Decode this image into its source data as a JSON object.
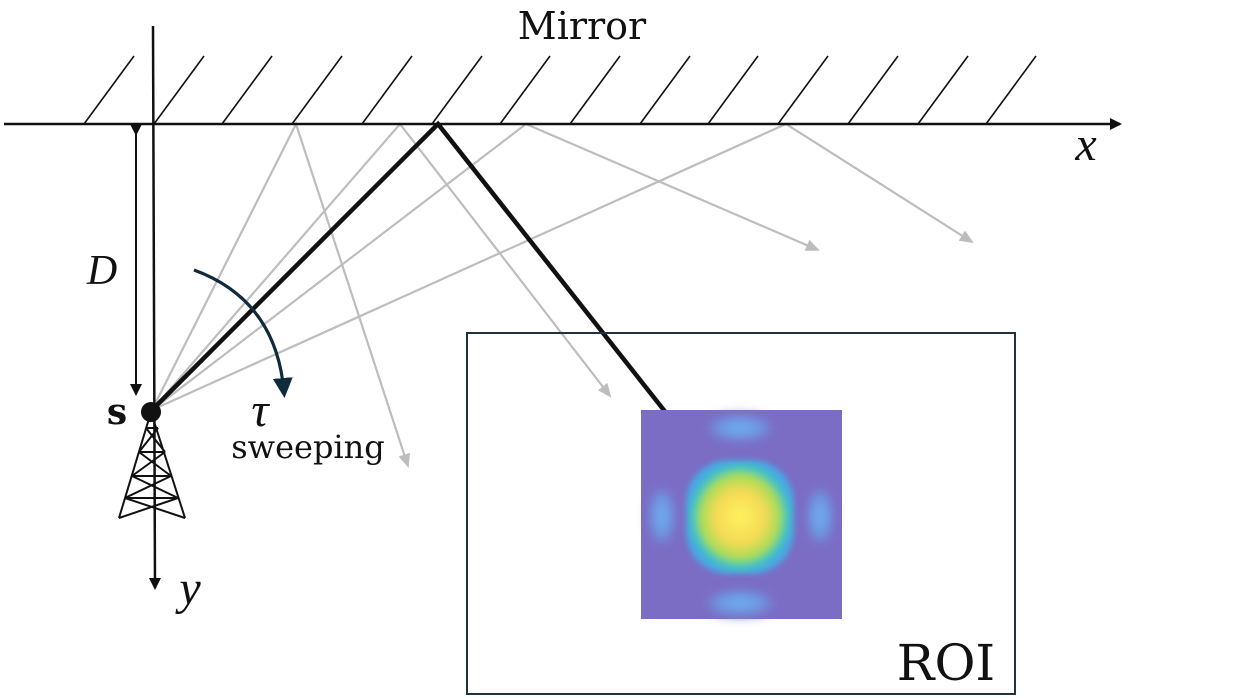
{
  "labels": {
    "mirror": "Mirror",
    "x_axis": "x",
    "y_axis": "y",
    "distance": "D",
    "source": "s",
    "tau": "τ",
    "sweeping": "sweeping",
    "roi": "ROI"
  },
  "colors": {
    "ink": "#111111",
    "faint_ray": "#bdbdbd",
    "sweep_arrow": "#0f2b3c",
    "roi_border": "#1f3340",
    "heatmap_bg": "#7b6cc4",
    "heatmap_side": "#5f9ee6",
    "heatmap_ring": "#3fc4c0",
    "heatmap_mid": "#a8dc58",
    "heatmap_core": "#fbe660"
  },
  "icons": {
    "transmitter": "antenna-tower-icon"
  }
}
